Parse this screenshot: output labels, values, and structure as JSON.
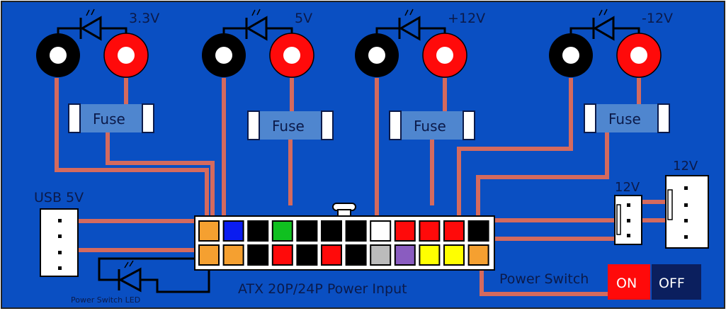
{
  "board": {
    "background_color": "#0a4fc2",
    "trace_color": "#d46a5e"
  },
  "rails": [
    {
      "label": "3.3V",
      "fuse_label": "Fuse"
    },
    {
      "label": "5V",
      "fuse_label": "Fuse"
    },
    {
      "label": "+12V",
      "fuse_label": "Fuse"
    },
    {
      "label": "-12V",
      "fuse_label": "Fuse"
    }
  ],
  "usb": {
    "label": "USB 5V",
    "pins": 4
  },
  "connectors_12v": [
    {
      "label": "12V",
      "pins": 3
    },
    {
      "label": "12V",
      "pins": 4
    }
  ],
  "atx": {
    "label": "ATX 20P/24P Power Input",
    "top_row": [
      "#f5a030",
      "#0a1cf0",
      "#000000",
      "#10c020",
      "#000000",
      "#000000",
      "#000000",
      "#ffffff",
      "#ff0a0a",
      "#ff0a0a",
      "#ff0a0a",
      "#000000"
    ],
    "bottom_row": [
      "#f5a030",
      "#f5a030",
      "#000000",
      "#ff0a0a",
      "#000000",
      "#ff0a0a",
      "#000000",
      "#bbbbbb",
      "#8a5cc0",
      "#ffff00",
      "#ffff00",
      "#f5a030"
    ]
  },
  "power_switch": {
    "label": "Power Switch",
    "on_label": "ON",
    "off_label": "OFF",
    "on_color": "#ff0a0a",
    "off_color": "#0b1f5e"
  },
  "power_switch_led": {
    "label": "Power Switch LED"
  }
}
